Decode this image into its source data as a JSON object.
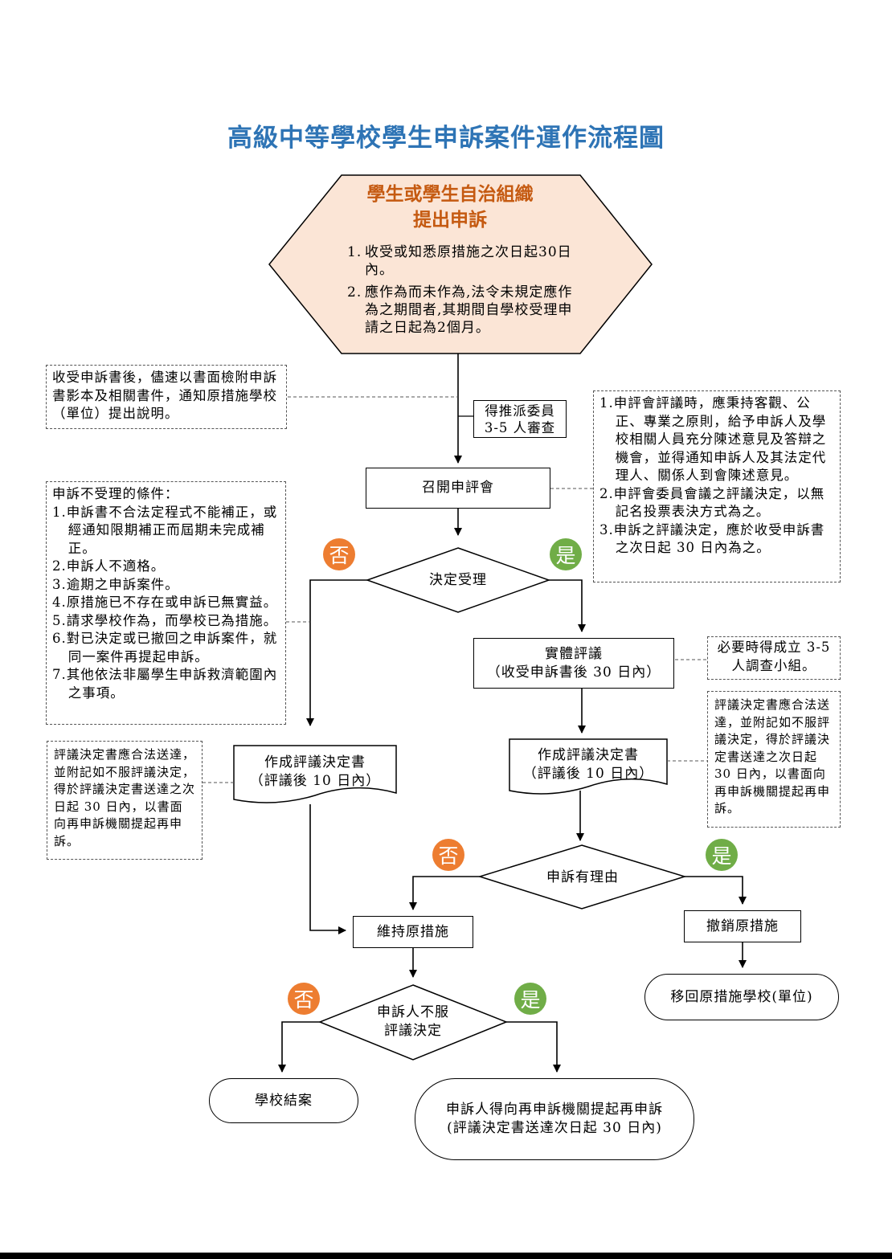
{
  "title": "高級中等學校學生申訴案件運作流程圖",
  "start": {
    "title_line1": "學生或學生自治組織",
    "title_line2": "提出申訴",
    "rules": [
      {
        "num": "1.",
        "text": "收受或知悉原措施之次日起30日內。"
      },
      {
        "num": "2.",
        "text": "應作為而未作為,法令未規定應作為之期間者,其期間自學校受理申請之日起為2個月。"
      }
    ]
  },
  "notes": {
    "notify": "收受申訴書後，儘速以書面檢附申訴書影本及相關書件，通知原措施學校（單位）提出說明。",
    "assign": "得推派委員 3-5 人審查",
    "hearing_rules": [
      {
        "num": "1.",
        "text": "申評會評議時，應秉持客觀、公正、專業之原則，給予申訴人及學校相關人員充分陳述意見及答辯之機會，並得通知申訴人及其法定代理人、關係人到會陳述意見。"
      },
      {
        "num": "2.",
        "text": "申評會委員會議之評議決定，以無記名投票表決方式為之。"
      },
      {
        "num": "3.",
        "text": "申訴之評議決定，應於收受申訴書之次日起 30 日內為之。"
      }
    ],
    "reject_title": "申訴不受理的條件：",
    "reject_items": [
      {
        "num": "1.",
        "text": "申訴書不合法定程式不能補正，或經通知限期補正而屆期未完成補正。"
      },
      {
        "num": "2.",
        "text": "申訴人不適格。"
      },
      {
        "num": "3.",
        "text": "逾期之申訴案件。"
      },
      {
        "num": "4.",
        "text": "原措施已不存在或申訴已無實益。"
      },
      {
        "num": "5.",
        "text": "請求學校作為，而學校已為措施。"
      },
      {
        "num": "6.",
        "text": "對已決定或已撤回之申訴案件，就同一案件再提起申訴。"
      },
      {
        "num": "7.",
        "text": "其他依法非屬學生申訴救濟範圍內之事項。"
      }
    ],
    "investigation": "必要時得成立 3-5 人調查小組。",
    "decision_right": "評議決定書應合法送達，並附記如不服評議決定，得於評議決定書送達之次日起 30 日內，以書面向再申訴機關提起再申訴。",
    "decision_left": "評議決定書應合法送達，並附記如不服評議決定，得於評議決定書送達之次日起 30 日內，以書面向再申訴機關提起再申訴。"
  },
  "nodes": {
    "convene": "召開申評會",
    "accept": "決定受理",
    "review_line1": "實體評議",
    "review_line2": "（收受申訴書後 30 日內）",
    "doc_left_line1": "作成評議決定書",
    "doc_left_line2": "（評議後 10 日內）",
    "doc_right_line1": "作成評議決定書",
    "doc_right_line2": "（評議後 10 日內）",
    "reasonable": "申訴有理由",
    "maintain": "維持原措施",
    "revoke": "撤銷原措施",
    "return": "移回原措施學校(單位)",
    "disagree_line1": "申訴人不服",
    "disagree_line2": "評議決定",
    "close": "學校結案",
    "reappeal_line1": "申訴人得向再申訴機關提起再申訴",
    "reappeal_line2": "(評議決定書送達次日起 30 日內)"
  },
  "badges": {
    "no": "否",
    "yes": "是"
  },
  "colors": {
    "title": "#2e74b5",
    "hex_fill": "#fbe5d6",
    "hex_title": "#c55a11",
    "no": "#ed7d31",
    "yes": "#70ad47"
  }
}
